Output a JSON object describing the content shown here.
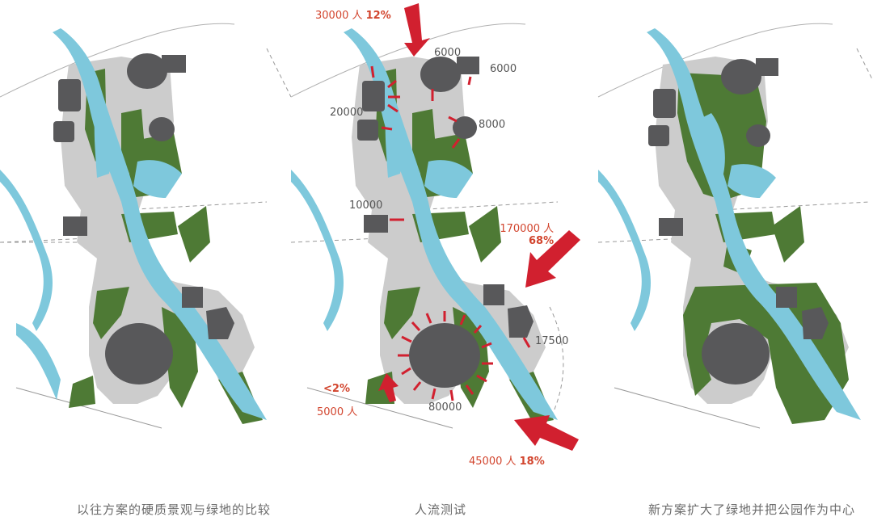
{
  "colors": {
    "hardscape": "#cccccc",
    "building": "#58585a",
    "green": "#4e7a35",
    "water": "#7ec8dc",
    "arrow": "#d1202f",
    "red_text": "#d2452e"
  },
  "panels": [
    {
      "id": "previous",
      "caption": "以往方案的硬质景观与绿地的比较"
    },
    {
      "id": "flow",
      "caption": "人流测试"
    },
    {
      "id": "new",
      "caption": "新方案扩大了绿地并把公园作为中心"
    }
  ],
  "flow_labels": {
    "north": {
      "count": "30000 人",
      "pct": "12%"
    },
    "east": {
      "count": "170000 人",
      "pct": "68%"
    },
    "south": {
      "count": "45000 人",
      "pct": "18%"
    },
    "southwest": {
      "count": "5000 人",
      "pct": "<2%"
    }
  },
  "building_counts": {
    "b1": "6000",
    "b2": "6000",
    "b3": "20000",
    "b4": "8000",
    "b5": "10000",
    "b6": "17500",
    "stadium": "80000"
  }
}
